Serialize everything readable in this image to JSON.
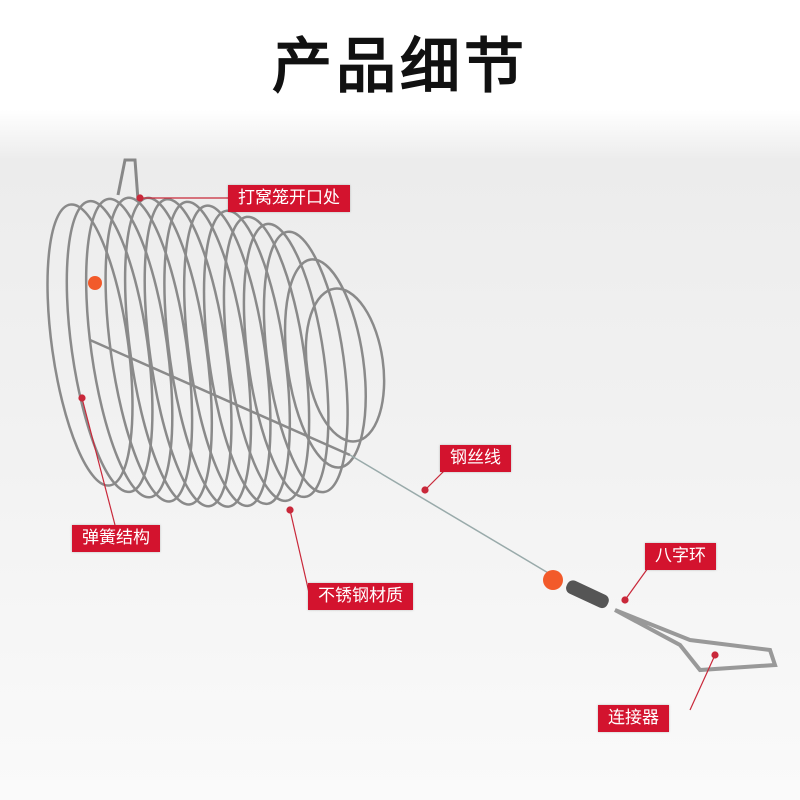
{
  "title": "产品细节",
  "labels": {
    "opening": "打窝笼开口处",
    "wire": "钢丝线",
    "spring": "弹簧结构",
    "steel": "不锈钢材质",
    "swivel": "八字环",
    "connector": "连接器"
  },
  "colors": {
    "label_bg": "#d3132e",
    "bead": "#f25a2a"
  }
}
